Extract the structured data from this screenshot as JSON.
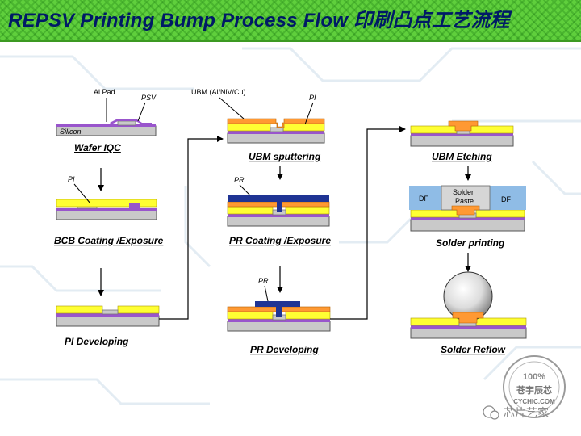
{
  "title": "REPSV Printing Bump Process Flow  印刷凸点工艺流程",
  "colors": {
    "substrate": "#c9c9c9",
    "silicon_line": "#7a7a7a",
    "yellow": "#ffff33",
    "orange": "#ff9933",
    "purple": "#9955cc",
    "photoresist": "#1f3494",
    "dry_film": "#8fbce6",
    "title_green": "#5fcf3c",
    "title_text": "#001a66"
  },
  "steps": [
    {
      "id": "wafer-iqc",
      "label": "Wafer IQC",
      "annotations": [
        "Al Pad",
        "PSV",
        "Silicon"
      ]
    },
    {
      "id": "bcb-coating",
      "label": "BCB Coating /Exposure",
      "annotations": [
        "PI"
      ]
    },
    {
      "id": "pi-developing",
      "label": "PI Developing",
      "annotations": []
    },
    {
      "id": "ubm-sputtering",
      "label": "UBM sputtering",
      "annotations": [
        "UBM (Al/NiV/Cu)",
        "PI"
      ]
    },
    {
      "id": "pr-coating",
      "label": "PR Coating /Exposure",
      "annotations": [
        "PR"
      ]
    },
    {
      "id": "pr-developing",
      "label": "PR Developing",
      "annotations": [
        "PR"
      ]
    },
    {
      "id": "ubm-etching",
      "label": "UBM Etching",
      "annotations": []
    },
    {
      "id": "solder-printing",
      "label": "Solder printing",
      "annotations": [
        "DF",
        "Solder",
        "Paste",
        "DF"
      ]
    },
    {
      "id": "solder-reflow",
      "label": "Solder Reflow",
      "annotations": []
    }
  ],
  "watermark": {
    "stamp_percent": "100%",
    "stamp_name": "苍宇辰芯",
    "stamp_url": "CYCHIC.COM",
    "footer": "芯片艺家"
  }
}
